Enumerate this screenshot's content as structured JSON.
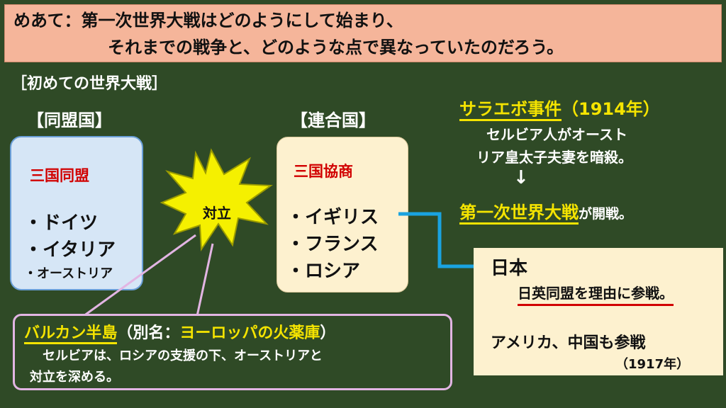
{
  "goal": {
    "line1": "めあて：第一次世界大戦はどのようにして始まり、",
    "line2": "それまでの戦争と、どのような点で異なっていたのだろう。"
  },
  "section_title": "［初めての世界大戦］",
  "alliance": {
    "bracket_title": "【同盟国】",
    "head": "三国同盟",
    "items": [
      "・ドイツ",
      "・イタリア",
      "・オーストリア"
    ]
  },
  "conflict_label": "対立",
  "entente": {
    "bracket_title": "【連合国】",
    "head": "三国協商",
    "items": [
      "・イギリス",
      "・フランス",
      "・ロシア"
    ]
  },
  "sarajevo": {
    "title": "サラエボ事件",
    "year": "（1914年）",
    "desc1": "セルビア人がオースト",
    "desc2": "リア皇太子夫妻を暗殺。",
    "arrow": "↓",
    "war": "第一次世界大戦",
    "war_suffix": "が開戦。"
  },
  "japan": {
    "title": "日本",
    "reason": "日英同盟を理由に参戦。",
    "others": "アメリカ、中国も参戦",
    "others_year": "（1917年）"
  },
  "balkan": {
    "title": "バルカン半島",
    "alias_prefix": "（別名：",
    "alias": "ヨーロッパの火薬庫",
    "alias_suffix": "）",
    "desc1": "セルビアは、ロシアの支援の下、オーストリアと",
    "desc2": "対立を深める。"
  },
  "colors": {
    "background": "#2f4a26",
    "highlight_yellow": "#f5e400",
    "connector_blue": "#1aa3e0",
    "red_text": "#d10000",
    "callout_pink": "#e2b5e3"
  }
}
